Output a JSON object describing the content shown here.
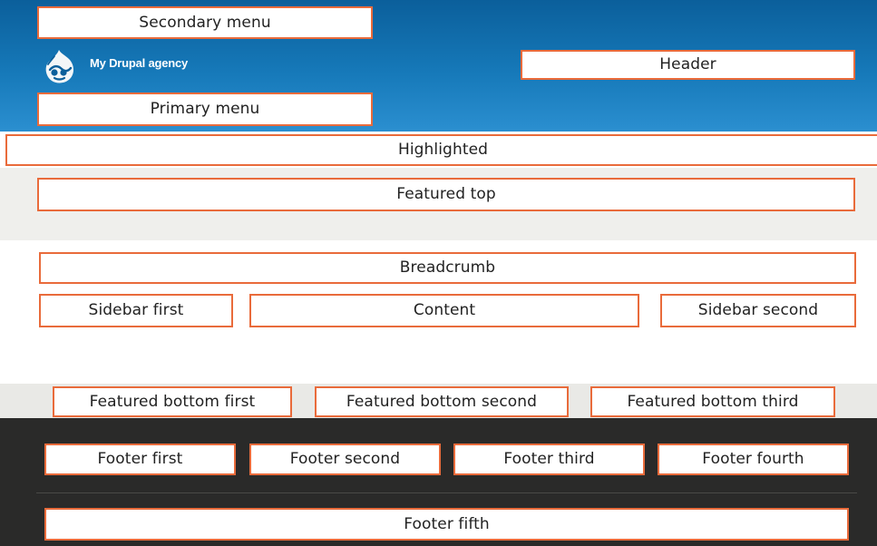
{
  "site": {
    "name": "My Drupal agency",
    "logo_icon": "drupal-drop-icon"
  },
  "regions": {
    "secondary_menu": "Secondary menu",
    "primary_menu": "Primary menu",
    "header": "Header",
    "highlighted": "Highlighted",
    "featured_top": "Featured top",
    "breadcrumb": "Breadcrumb",
    "sidebar_first": "Sidebar first",
    "content": "Content",
    "sidebar_second": "Sidebar second",
    "featured_bottom_first": "Featured bottom first",
    "featured_bottom_second": "Featured bottom second",
    "featured_bottom_third": "Featured bottom third",
    "footer_first": "Footer first",
    "footer_second": "Footer second",
    "footer_third": "Footer third",
    "footer_fourth": "Footer fourth",
    "footer_fifth": "Footer fifth"
  },
  "colors": {
    "header_top": "#0b5f9b",
    "header_bottom": "#2b8fd0",
    "region_border": "#e96b3b",
    "light_band": "#efefec",
    "footer_background": "#2a2a29"
  }
}
